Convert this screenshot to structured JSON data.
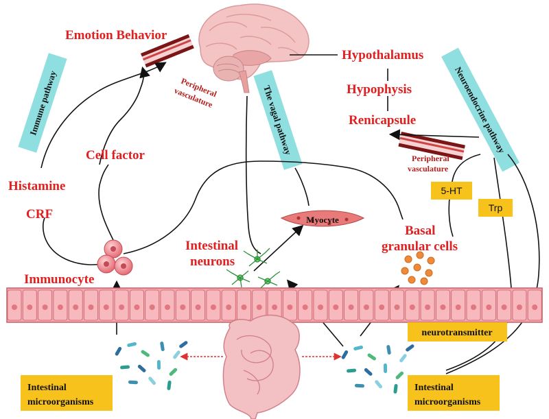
{
  "labels": {
    "emotion_behavior": "Emotion Behavior",
    "peripheral_vasculature_1": "Peripheral",
    "peripheral_vasculature_2": "vasculature",
    "hypothalamus": "Hypothalamus",
    "hypophysis": "Hypophysis",
    "renicapsule": "Renicapsule",
    "cell_factor": "Cell factor",
    "histamine": "Histamine",
    "crf": "CRF",
    "immunocyte": "Immunocyte",
    "intestinal_neurons_1": "Intestinal",
    "intestinal_neurons_2": "neurons",
    "myocyte": "Myocyte",
    "basal_granular_1": "Basal",
    "basal_granular_2": "granular cells"
  },
  "pathways": {
    "immune": "Immune pathway",
    "vagal": "The vagal pathway",
    "neuroendocrine": "Neuroendocrine pathway"
  },
  "boxes": {
    "five_ht": "5-HT",
    "trp": "Trp",
    "neurotransmitter": "neurotransmitter",
    "microorganisms_left_1": "Intestinal",
    "microorganisms_left_2": "microorganisms",
    "microorganisms_right_1": "Intestinal",
    "microorganisms_right_2": "microorganisms"
  },
  "colors": {
    "label_red": "#e02020",
    "pathway_cyan": "#8fdfe0",
    "box_yellow": "#f7c21b",
    "epithelium_pink": "#f2a7ae",
    "vessel_dark": "#7a1616"
  }
}
